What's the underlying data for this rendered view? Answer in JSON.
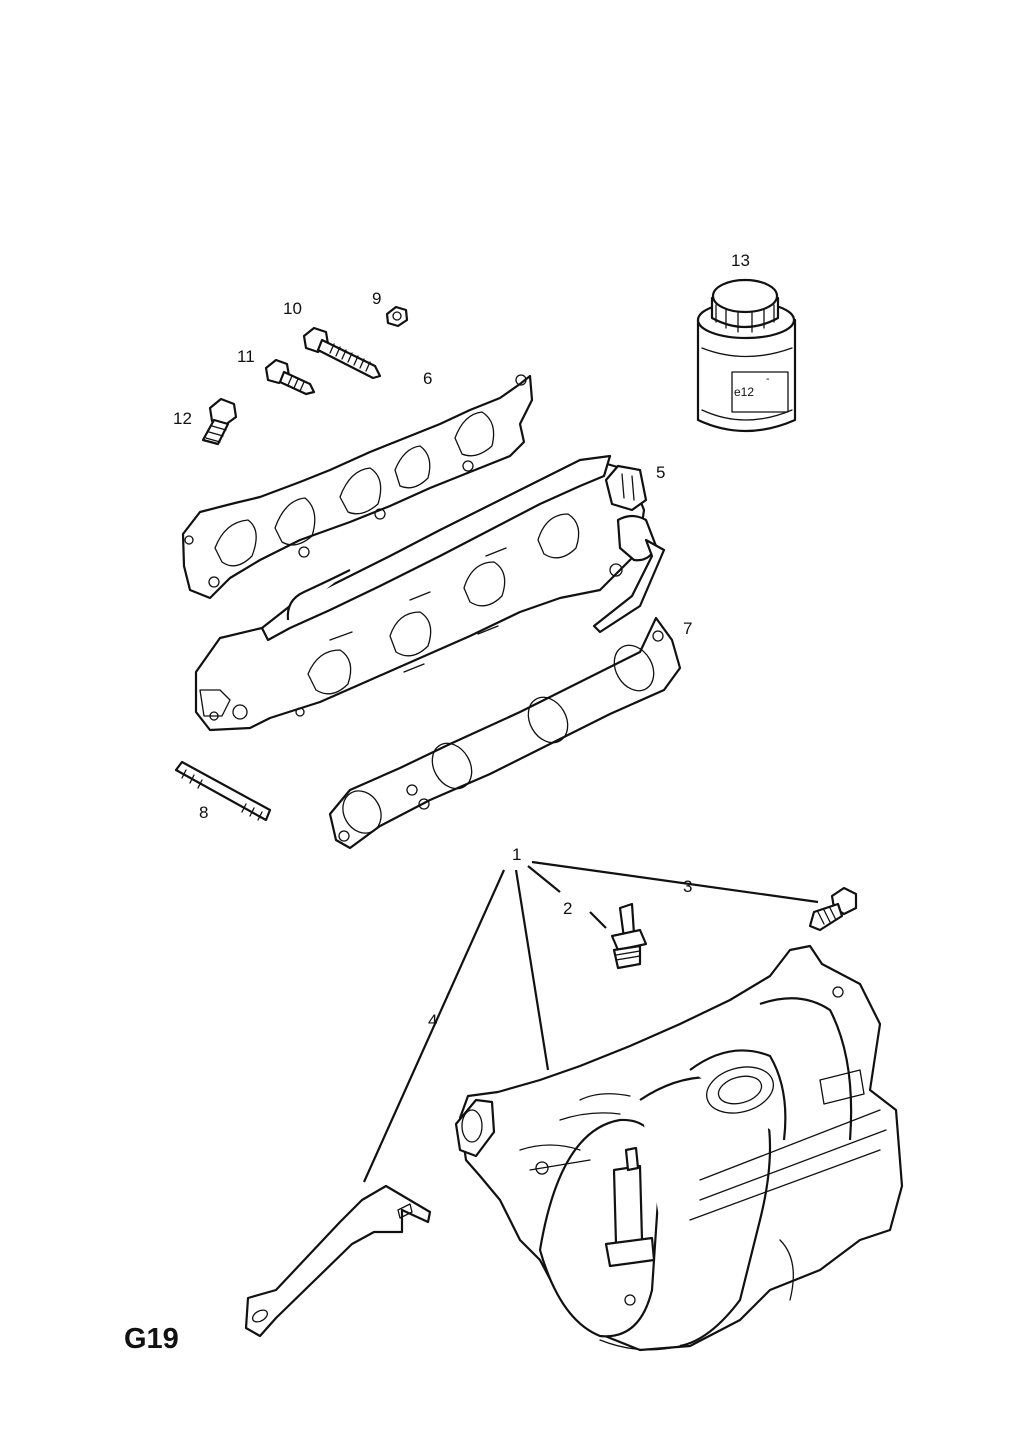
{
  "sheet": {
    "code": "G19"
  },
  "callouts": {
    "p1": "1",
    "p2": "2",
    "p3": "3",
    "p4": "4",
    "p5": "5",
    "p6": "6",
    "p7": "7",
    "p8": "8",
    "p9": "9",
    "p10": "10",
    "p11": "11",
    "p12": "12",
    "p13": "13"
  },
  "container_label": {
    "lines": [
      "e12",
      "-"
    ]
  }
}
